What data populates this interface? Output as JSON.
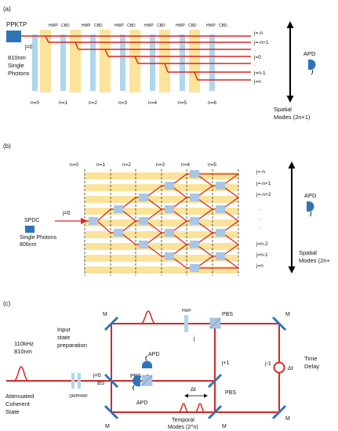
{
  "panel_a": {
    "tag": "(a)",
    "source_label": "PPKTP",
    "photon_line1": "810nm",
    "photon_line2": "Single",
    "photon_line3": "Photons",
    "input_label": "j=0",
    "hwp_label": "HWP",
    "cbd_label": "CBD",
    "step_labels": [
      "n=0",
      "n=1",
      "n=2",
      "n=3",
      "n=4",
      "n=5",
      "n=6"
    ],
    "mode_labels": [
      "j=-n",
      "j=-n+1",
      ".",
      "j=0",
      ".",
      "j=n-1",
      "j=n"
    ],
    "detector_label": "APD",
    "axis_line1": "Spatial",
    "axis_line2": "Modes (2n+1)"
  },
  "panel_b": {
    "tag": "(b)",
    "source_label": "SPDC",
    "photon_line1": "Single Photons",
    "photon_line2": "806nm",
    "input_label": "j=0",
    "step_labels": [
      "n=0",
      "n=1",
      "n=2",
      "n=3",
      "n=4",
      "n=5"
    ],
    "mode_labels": [
      "j=-n",
      "j=-n+1",
      "j=-n+2",
      ".",
      ".",
      ".",
      "j=n-2",
      "j=n-1",
      "j=n"
    ],
    "detector_label": "APD",
    "axis_line1": "Spatial",
    "axis_line2": "Modes (2n+"
  },
  "panel_c": {
    "tag": "(c)",
    "laser_line1": "110kHz",
    "laser_line2": "810nm",
    "prep_line1": "Input",
    "prep_line2": "state",
    "prep_line3": "preparation",
    "source_line1": "Attenuated",
    "source_line2": "Coherent",
    "source_line3": "State",
    "qwp_label": "QWP",
    "hwp_label": "HWP",
    "input_label": "j=0",
    "bs_label": "BS",
    "mirror_label": "M",
    "apd_label": "APD",
    "pbs_label": "PBS",
    "loop_hwp_label": "HWP",
    "mode_j": "j",
    "mode_j_plus": "j+1",
    "mode_j_minus": "j-1",
    "delta_label": "Δt",
    "time_delay_line1": "Time",
    "time_delay_line2": "Delay",
    "temporal_line1": "Temporal",
    "temporal_line2": "Modes (2^n)"
  }
}
